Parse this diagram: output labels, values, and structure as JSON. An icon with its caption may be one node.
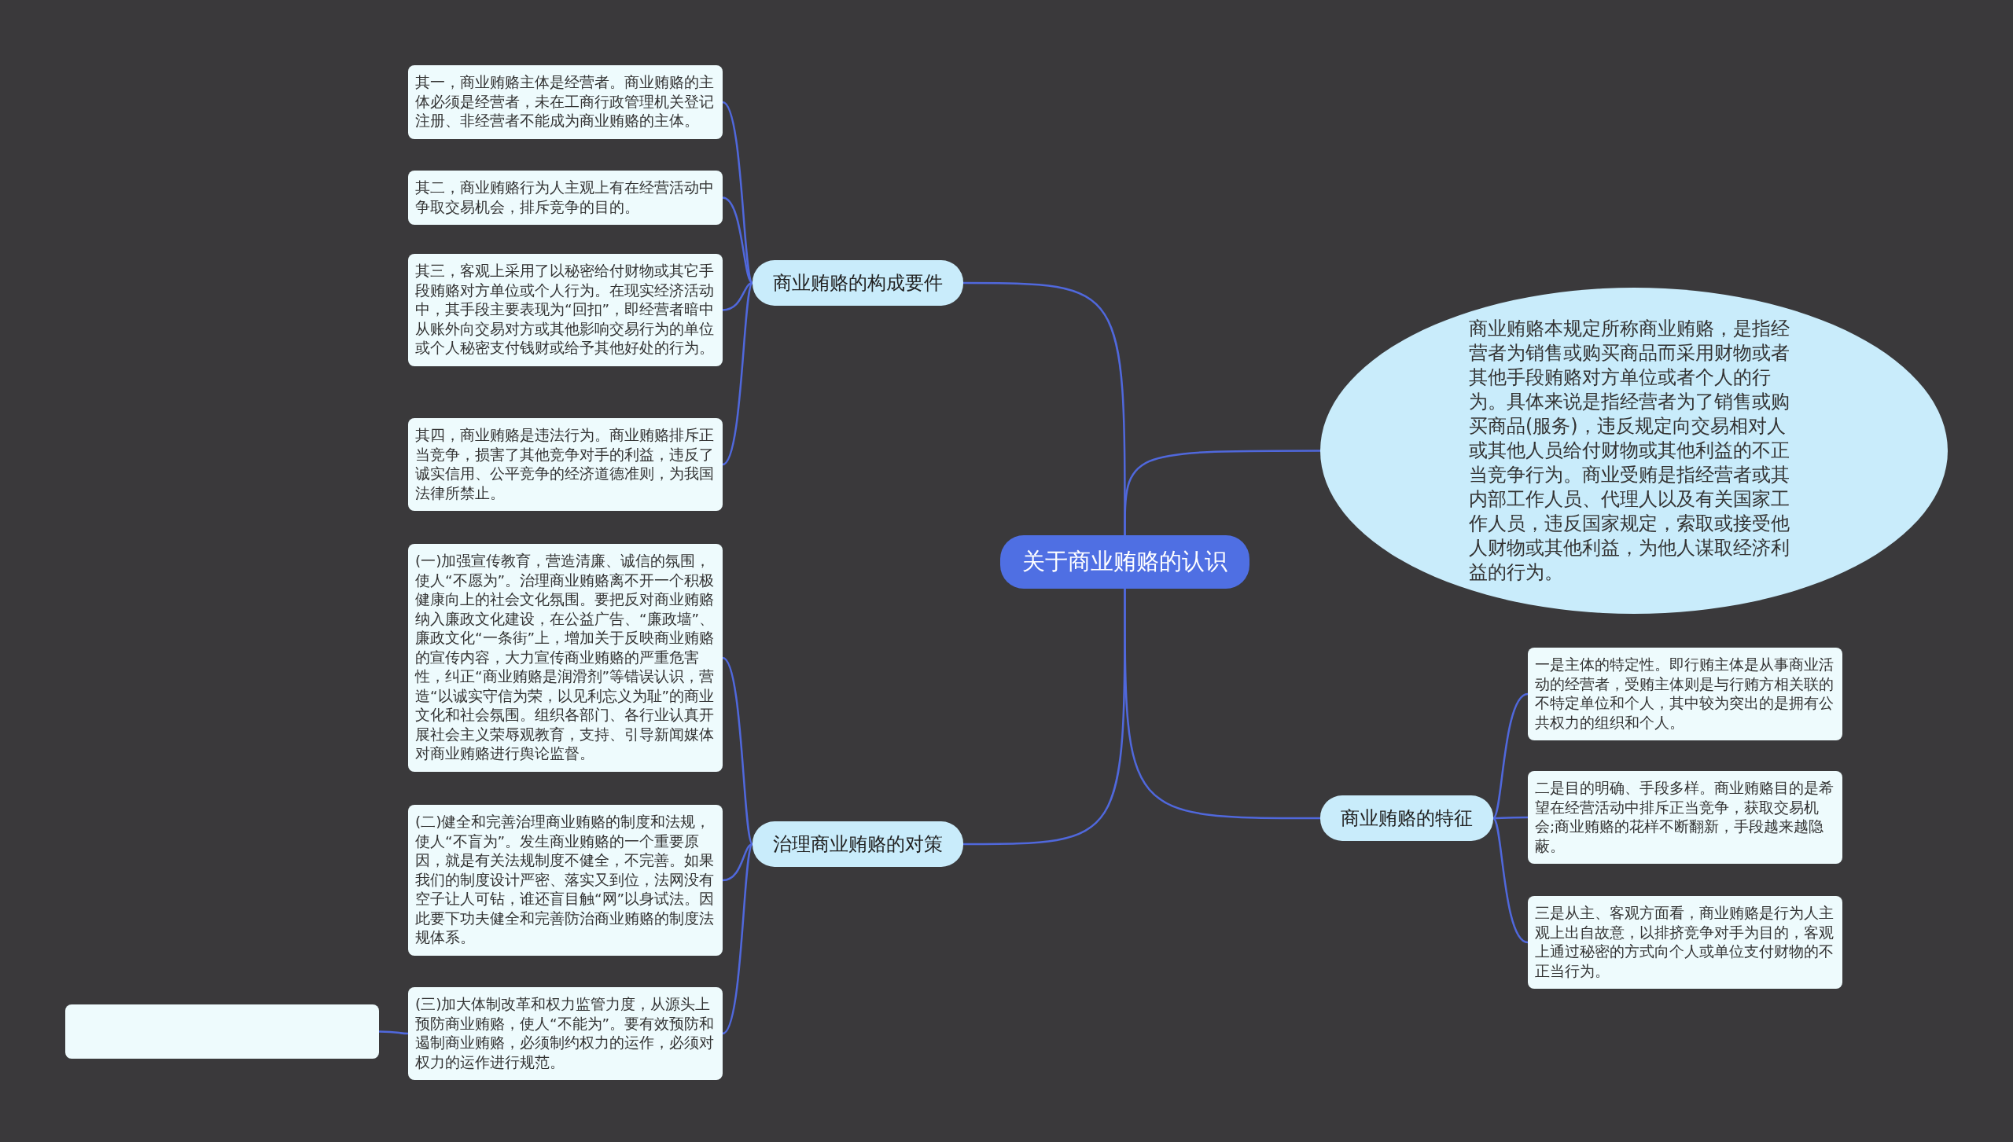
{
  "diagram": {
    "nodes": [
      {
        "text": [
          "关于商业贿赂的认识"
        ]
      },
      {
        "text": [
          "商业贿赂的构成要件"
        ]
      },
      {
        "text": [
          "其一，商业贿赂主体是经营者。商业贿赂的主体必须是经营者，未在工商行政管理机关登记注册、非经营者不能成为商业贿赂的主体。"
        ]
      },
      {
        "text": [
          "其二，商业贿赂行为人主观上有在经营活动中争取交易机会，排斥竞争的目的。"
        ]
      },
      {
        "text": [
          "其三，客观上采用了以秘密给付财物或其它手段贿赂对方单位或个人行为。在现实经济活动中，其手段主要表现为“回扣”，即经营者暗中从账外向交易对方或其他影响交易行为的单位或个人秘密支付钱财或给予其他好处的行为。"
        ]
      },
      {
        "text": [
          "其四，商业贿赂是违法行为。商业贿赂排斥正当竞争，损害了其他竞争对手的利益，违反了诚实信用、公平竞争的经济道德准则，为我国法律所禁止。"
        ]
      },
      {
        "text": [
          "治理商业贿赂的对策"
        ]
      },
      {
        "text": [
          "(一)加强宣传教育，营造清廉、诚信的氛围，使人“不愿为”。治理商业贿赂离不开一个积极健康向上的社会文化氛围。要把反对商业贿赂纳入廉政文化建设，在公益广告、“廉政墙”、廉政文化“一条街”上，增加关于反映商业贿赂的宣传内容，大力宣传商业贿赂的严重危害性，纠正“商业贿赂是润滑剂”等错误认识，营造“以诚实守信为荣，以见利忘义为耻”的商业文化和社会氛围。组织各部门、各行业认真开展社会主义荣辱观教育，支持、引导新闻媒体对商业贿赂进行舆论监督。"
        ]
      },
      {
        "text": [
          "(二)健全和完善治理商业贿赂的制度和法规，使人“不盲为”。发生商业贿赂的一个重要原因，就是有关法规制度不健全，不完善。如果我们的制度设计严密、落实又到位，法网没有空子让人可钻，谁还盲目触“网”以身试法。因此要下功夫健全和完善防治商业贿赂的制度法规体系。"
        ]
      },
      {
        "text": [
          "(三)加大体制改革和权力监管力度，从源头上预防商业贿赂，使人“不能为”。要有效预防和遏制商业贿赂，必须制约权力的运作，必须对权力的运作进行规范。"
        ]
      },
      {
        "text": [],
        "shape": "box"
      },
      {
        "text": [
          "商业贿赂本规定所称商业贿赂，是指经营者为销售或购买商品而采用财物或者其他手段贿赂对方单位或者个人的行为。具体来说是指经营者为了销售或购买商品(服务)，违反规定向交易相对人或其他人员给付财物或其他利益的不正当竞争行为。商业受贿是指经营者或其内部工作人员、代理人以及有关国家工作人员，违反国家规定，索取或接受他人财物或其他利益，为他人谋取经济利益的行为。"
        ]
      },
      {
        "text": [
          "商业贿赂的特征"
        ]
      },
      {
        "text": [
          "一是主体的特定性。即行贿主体是从事商业活动的经营者，受贿主体则是与行贿方相关联的不特定单位和个人，其中较为突出的是拥有公共权力的组织和个人。"
        ]
      },
      {
        "text": [
          "二是目的明确、手段多样。商业贿赂目的是希望在经营活动中排斥正当竞争，获取交易机会;商业贿赂的花样不断翻新，手段越来越隐蔽。"
        ]
      },
      {
        "text": [
          "三是从主、客观方面看，商业贿赂是行为人主观上出自故意，以排挤竞争对手为目的，客观上通过秘密的方式向个人或单位支付财物的不正当行为。"
        ]
      }
    ],
    "edges": [
      {
        "from": 0,
        "to": 1,
        "arrow": "none"
      },
      {
        "from": 1,
        "to": 2,
        "arrow": "none"
      },
      {
        "from": 1,
        "to": 3,
        "arrow": "none"
      },
      {
        "from": 1,
        "to": 4,
        "arrow": "none"
      },
      {
        "from": 1,
        "to": 5,
        "arrow": "none"
      },
      {
        "from": 0,
        "to": 6,
        "arrow": "none"
      },
      {
        "from": 6,
        "to": 7,
        "arrow": "none"
      },
      {
        "from": 6,
        "to": 8,
        "arrow": "none"
      },
      {
        "from": 6,
        "to": 9,
        "arrow": "none"
      },
      {
        "from": 9,
        "to": 10,
        "arrow": "none"
      },
      {
        "from": 0,
        "to": 11,
        "arrow": "none"
      },
      {
        "from": 0,
        "to": 12,
        "arrow": "none"
      },
      {
        "from": 12,
        "to": 13,
        "arrow": "none"
      },
      {
        "from": 12,
        "to": 14,
        "arrow": "none"
      },
      {
        "from": 12,
        "to": 15,
        "arrow": "none"
      }
    ]
  }
}
